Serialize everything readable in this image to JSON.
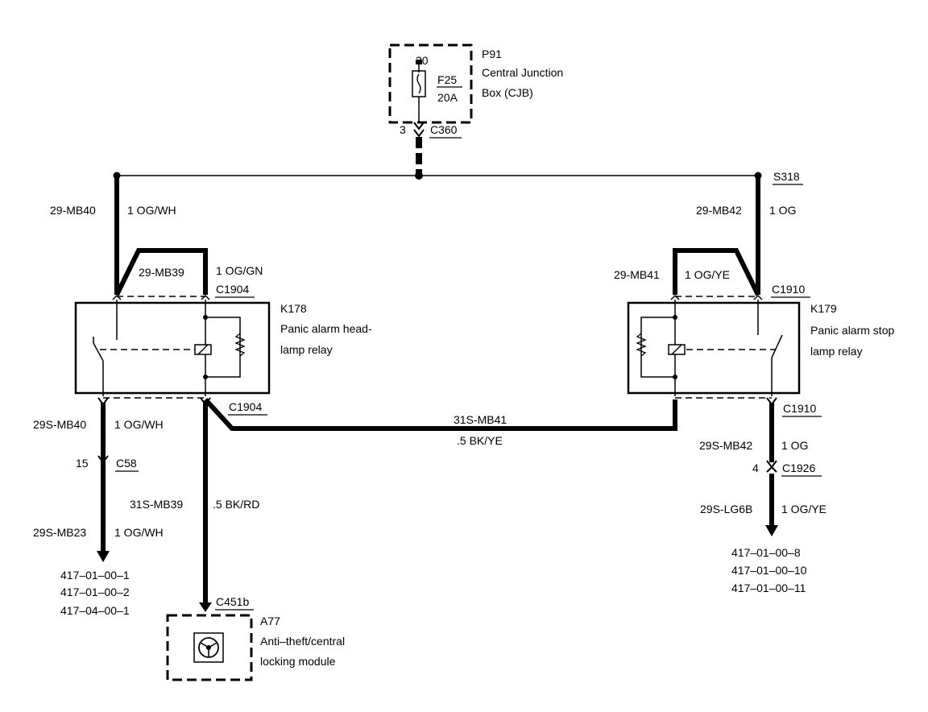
{
  "cjb": {
    "id": "P91",
    "name_line1": "Central Junction",
    "name_line2": "Box (CJB)",
    "fuse_pin": "30",
    "fuse_id": "F25",
    "fuse_rating": "20A",
    "out_pin": "3",
    "out_connector": "C360"
  },
  "splice": {
    "id": "S318"
  },
  "left_feed": {
    "circuit": "29-MB40",
    "wire": "1 OG/WH"
  },
  "right_feed": {
    "circuit": "29-MB42",
    "wire": "1 OG"
  },
  "relay_k178": {
    "id": "K178",
    "name_line1": "Panic alarm head-",
    "name_line2": "lamp relay",
    "jumper_circuit": "29-MB39",
    "jumper_wire": "1 OG/GN",
    "connector_top": "C1904",
    "connector_bottom": "C1904"
  },
  "relay_k179": {
    "id": "K179",
    "name_line1": "Panic alarm stop",
    "name_line2": "lamp relay",
    "jumper_circuit": "29-MB41",
    "jumper_wire": "1 OG/YE",
    "connector_top": "C1910",
    "connector_bottom": "C1910"
  },
  "cross_link": {
    "circuit": "31S-MB41",
    "wire": ".5 BK/YE"
  },
  "left_out": {
    "circuit": "29S-MB40",
    "wire": "1 OG/WH",
    "pin": "15",
    "connector": "C58",
    "circuit2": "29S-MB23",
    "wire2": "1 OG/WH",
    "refs": [
      "417–01–00–1",
      "417–01–00–2",
      "417–04–00–1"
    ]
  },
  "mid_out": {
    "circuit": "31S-MB39",
    "wire": ".5 BK/RD",
    "connector": "C451b"
  },
  "right_out": {
    "circuit": "29S-MB42",
    "wire": "1 OG",
    "pin": "4",
    "connector": "C1926",
    "circuit2": "29S-LG6B",
    "wire2": "1 OG/YE",
    "refs": [
      "417–01–00–8",
      "417–01–00–10",
      "417–01–00–11"
    ]
  },
  "module_a77": {
    "id": "A77",
    "name_line1": "Anti–theft/central",
    "name_line2": "locking module"
  }
}
